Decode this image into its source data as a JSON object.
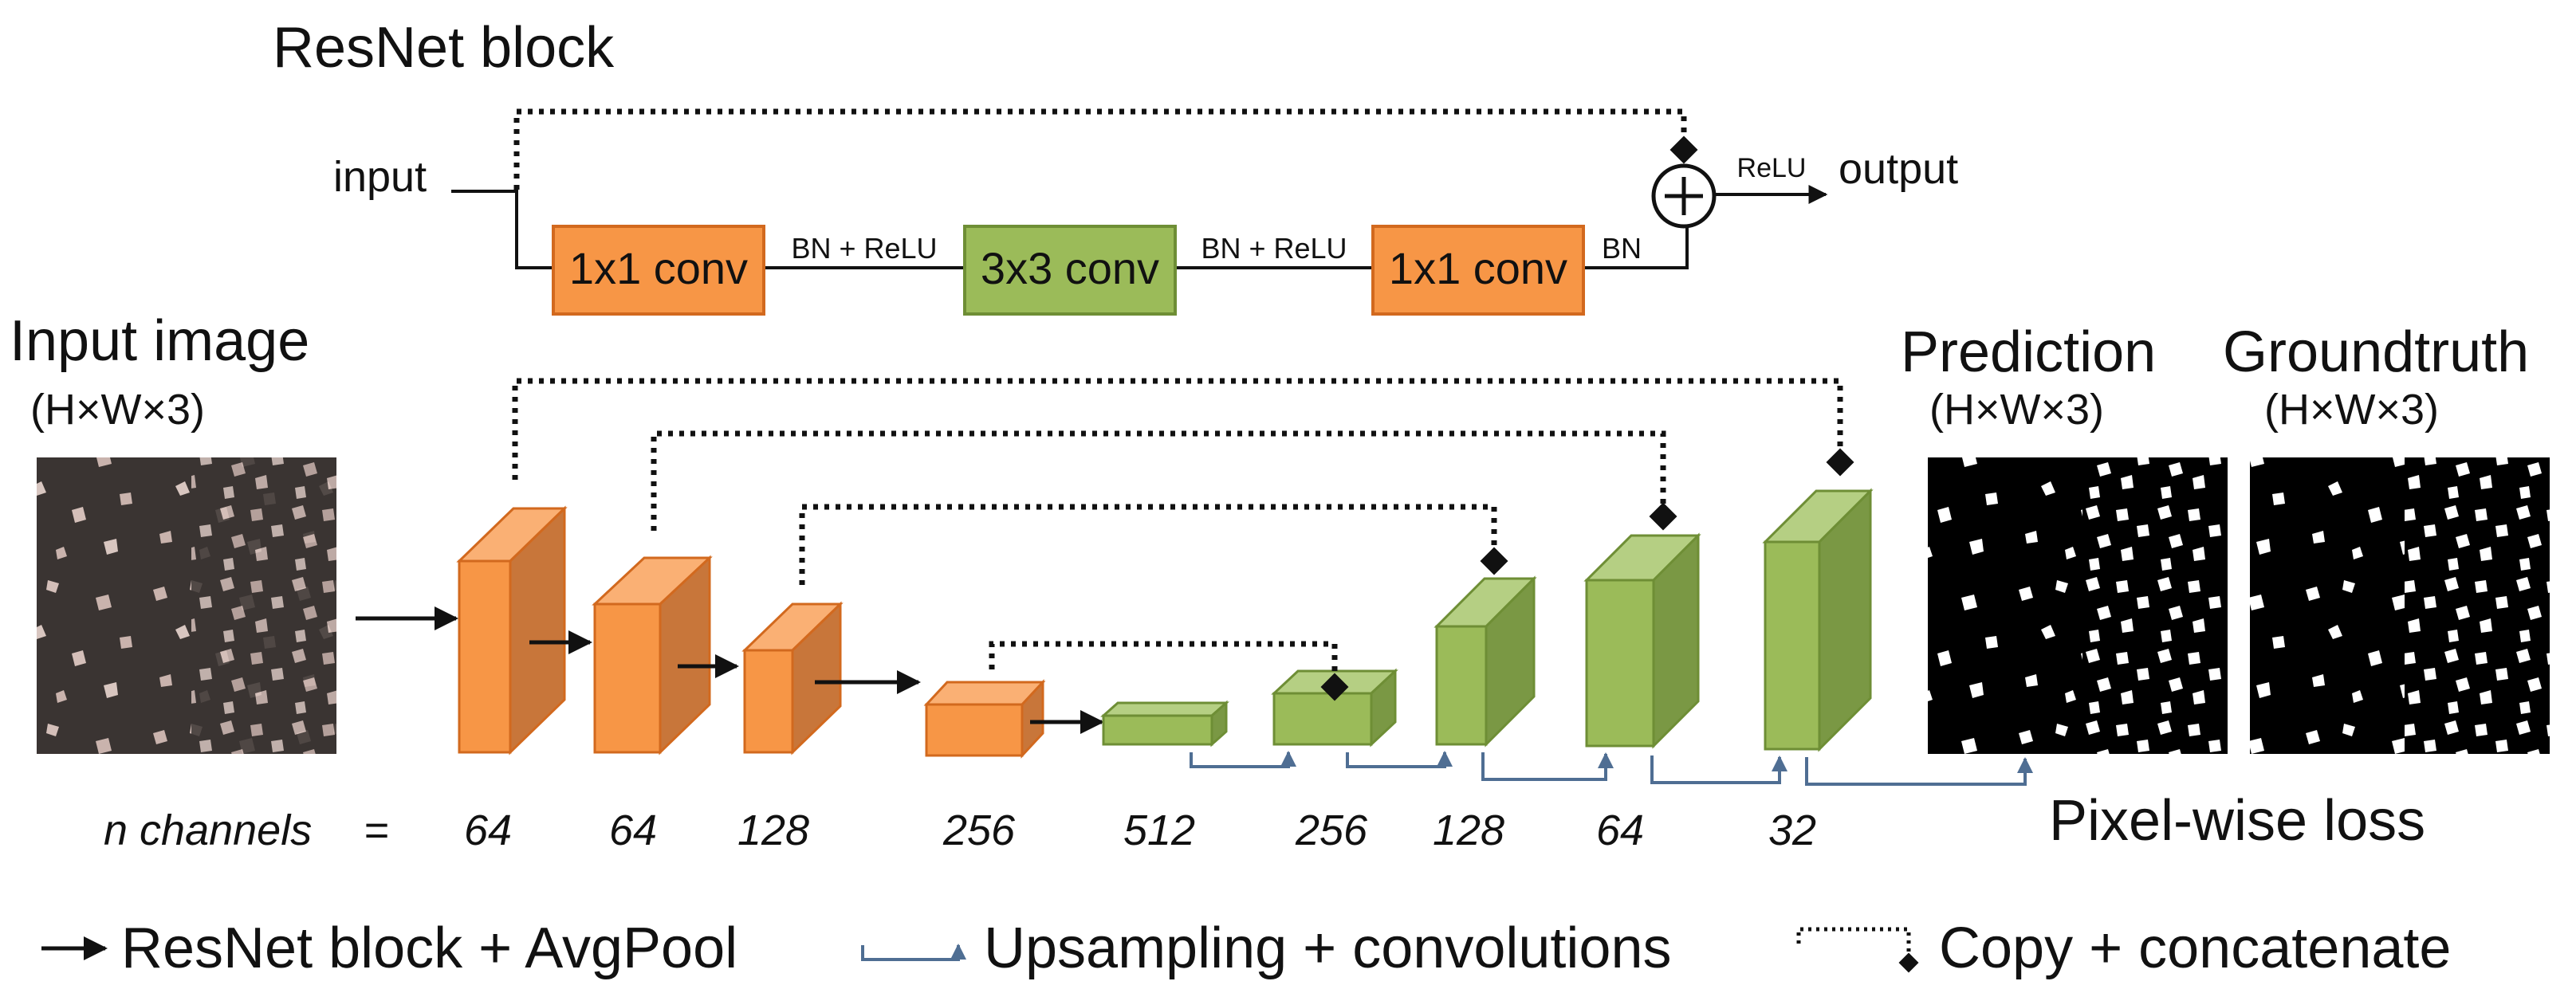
{
  "resnet_block": {
    "title": "ResNet block",
    "input_label": "input",
    "output_label": "output",
    "relu_label": "ReLU",
    "conv1_label": "1x1 conv",
    "conv2_label": "3x3 conv",
    "conv3_label": "1x1 conv",
    "bn_relu_1": "BN + ReLU",
    "bn_relu_2": "BN + ReLU",
    "bn_label": "BN",
    "sum_symbol": "+"
  },
  "input_image": {
    "title": "Input image",
    "dims": "(H×W×3)"
  },
  "prediction": {
    "title": "Prediction",
    "dims": "(H×W×3)"
  },
  "groundtruth": {
    "title": "Groundtruth",
    "dims": "(H×W×3)"
  },
  "pixel_loss": "Pixel-wise loss",
  "channels": {
    "label": "n channels",
    "equals": "=",
    "values": [
      "64",
      "64",
      "128",
      "256",
      "512",
      "256",
      "128",
      "64",
      "32"
    ]
  },
  "legend": {
    "resnet": "ResNet block + AvgPool",
    "upsampling": "Upsampling + convolutions",
    "copy": "Copy + concatenate"
  },
  "colors": {
    "encoder_front": "#F79646",
    "encoder_top": "#FAB074",
    "encoder_side": "#C8763A",
    "encoder_stroke": "#D2691E",
    "decoder_front": "#9BBB59",
    "decoder_top": "#B5CF83",
    "decoder_side": "#7A9844",
    "decoder_stroke": "#6E8E35",
    "upsample_arrow": "#4F6E93"
  }
}
